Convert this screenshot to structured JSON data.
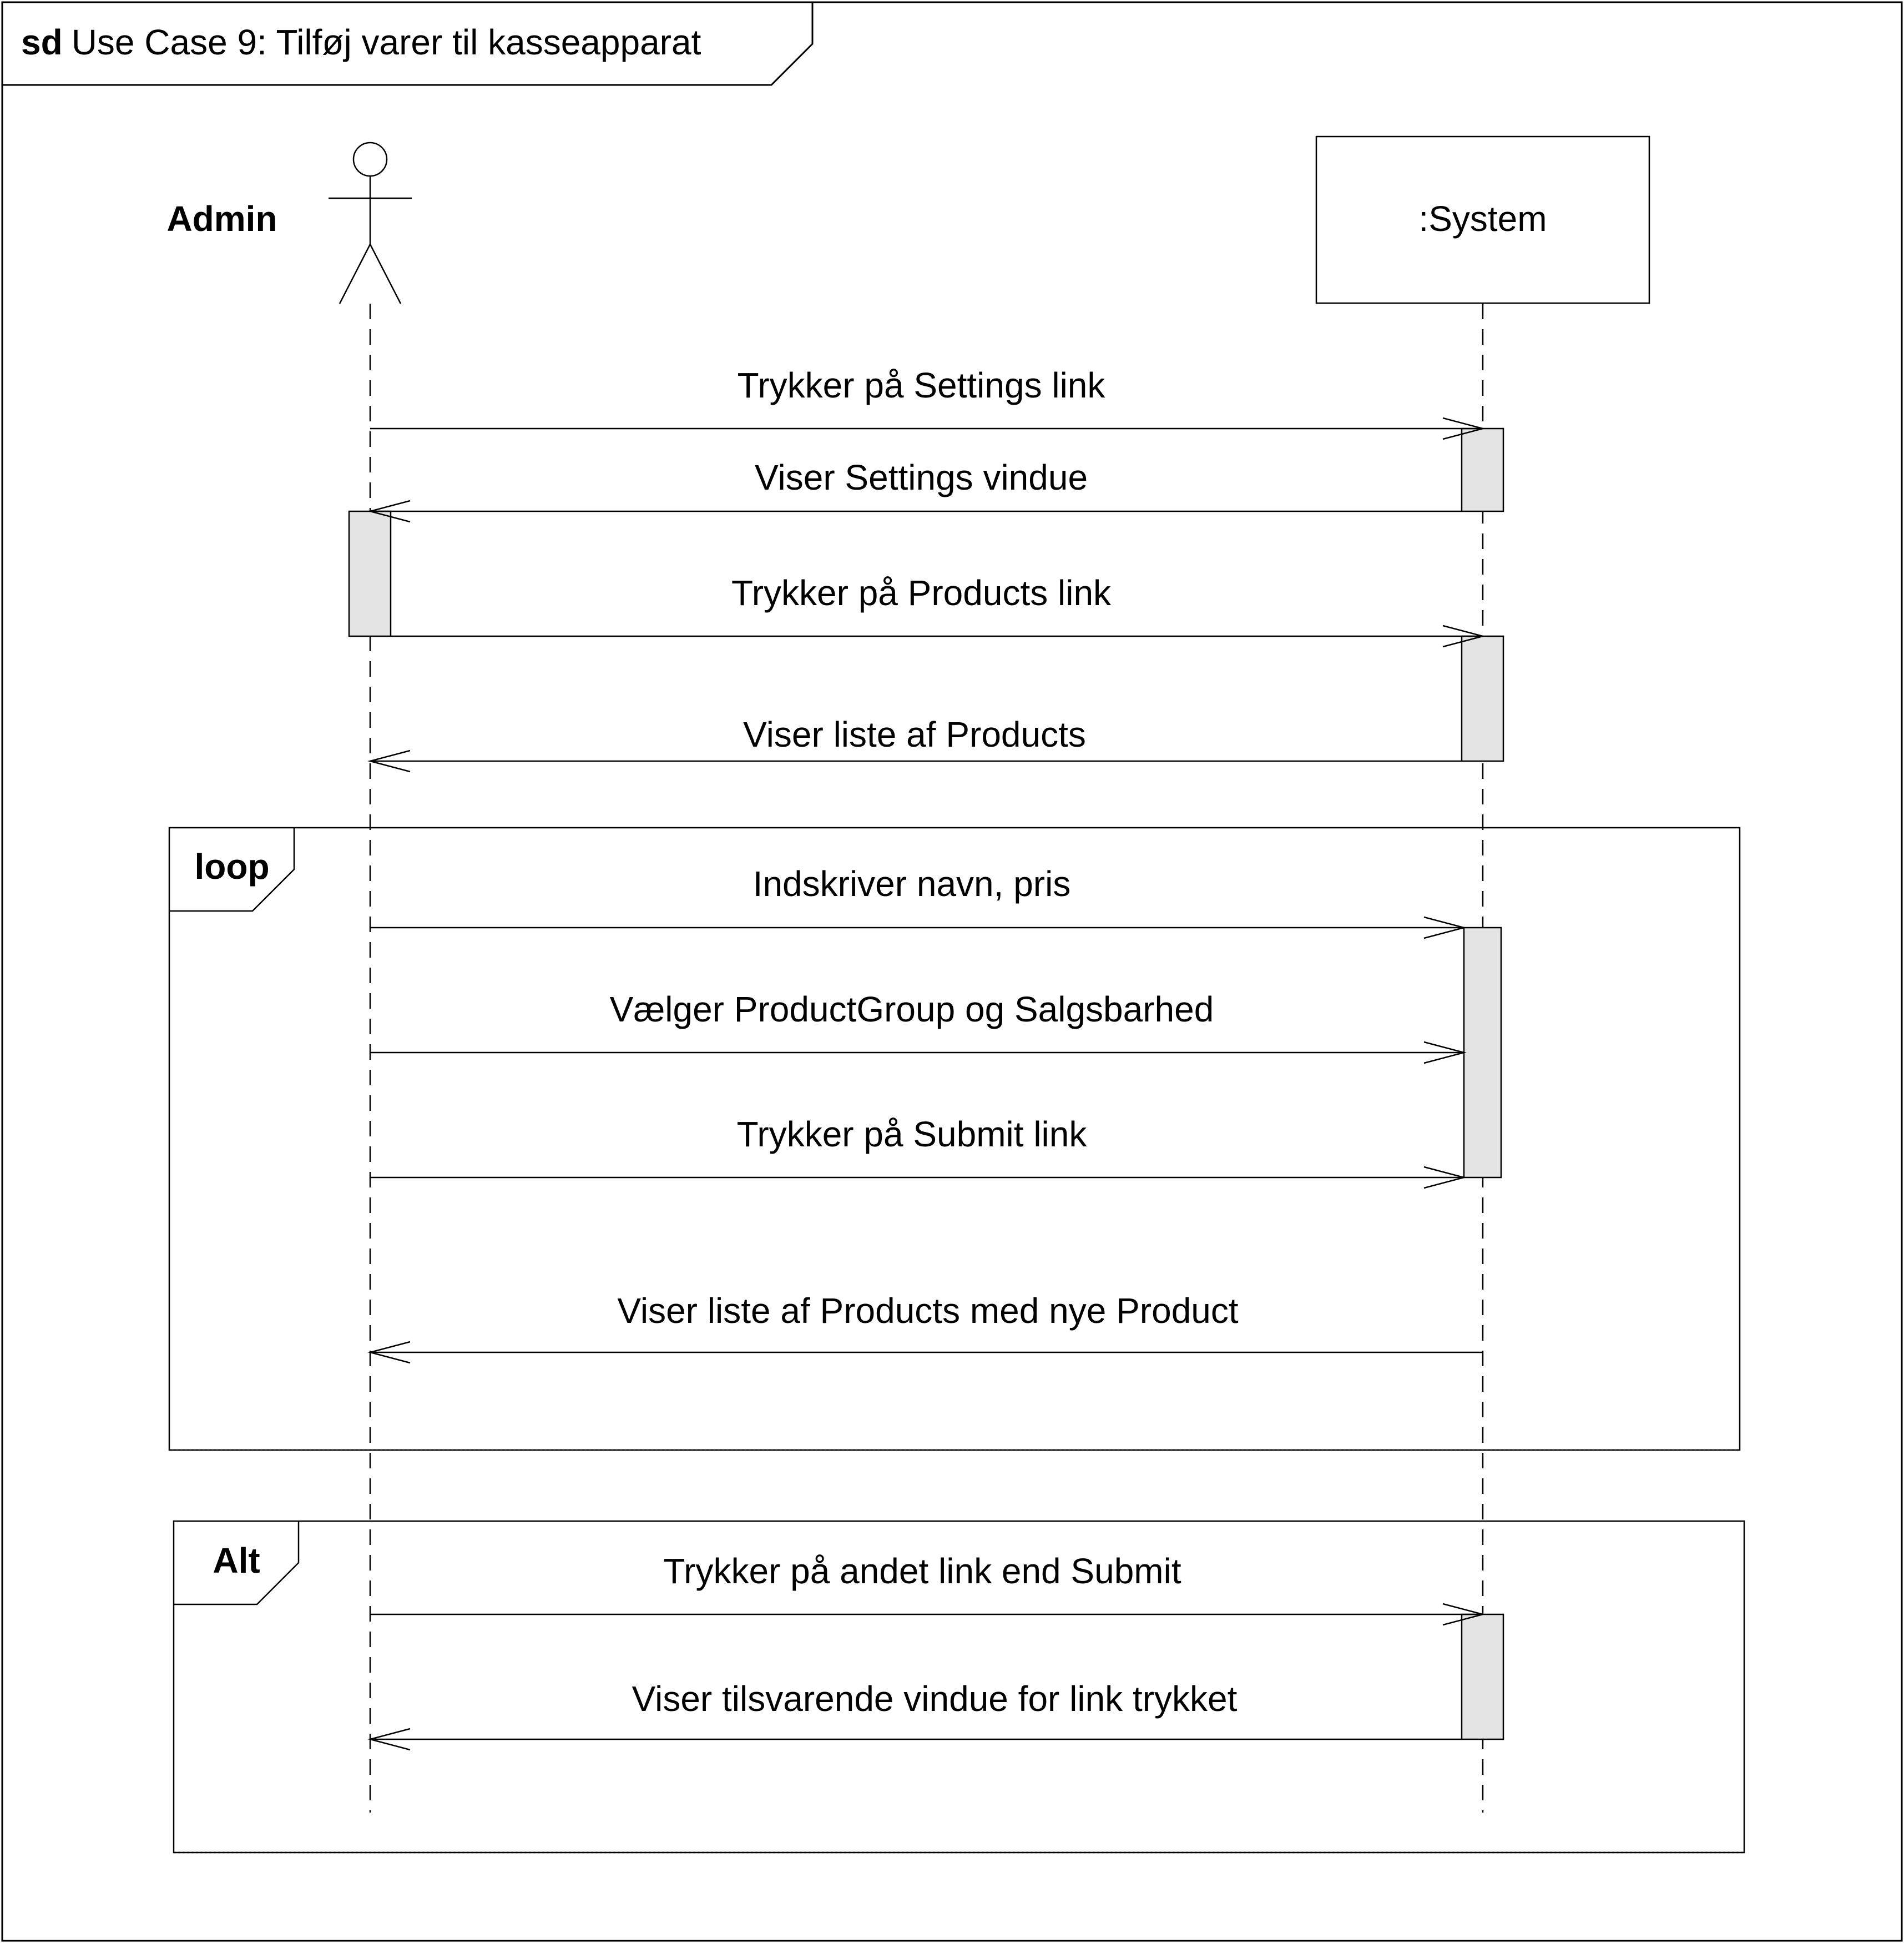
{
  "diagram": {
    "frame": {
      "keyword": "sd",
      "title": "Use Case 9: Tilføj varer til kasseapparat"
    },
    "actor": {
      "name": "Admin"
    },
    "system": {
      "name": ":System"
    },
    "fragments": [
      {
        "operator": "loop"
      },
      {
        "operator": "Alt"
      }
    ],
    "messages": [
      {
        "text": "Trykker på Settings link"
      },
      {
        "text": "Viser Settings vindue"
      },
      {
        "text": "Trykker på Products link"
      },
      {
        "text": "Viser liste af Products"
      },
      {
        "text": "Indskriver navn, pris"
      },
      {
        "text": "Vælger ProductGroup og Salgsbarhed"
      },
      {
        "text": "Trykker på Submit link"
      },
      {
        "text": "Viser liste af Products med nye Product"
      },
      {
        "text": "Trykker på andet link end Submit"
      },
      {
        "text": "Viser tilsvarende vindue for link trykket"
      }
    ]
  }
}
